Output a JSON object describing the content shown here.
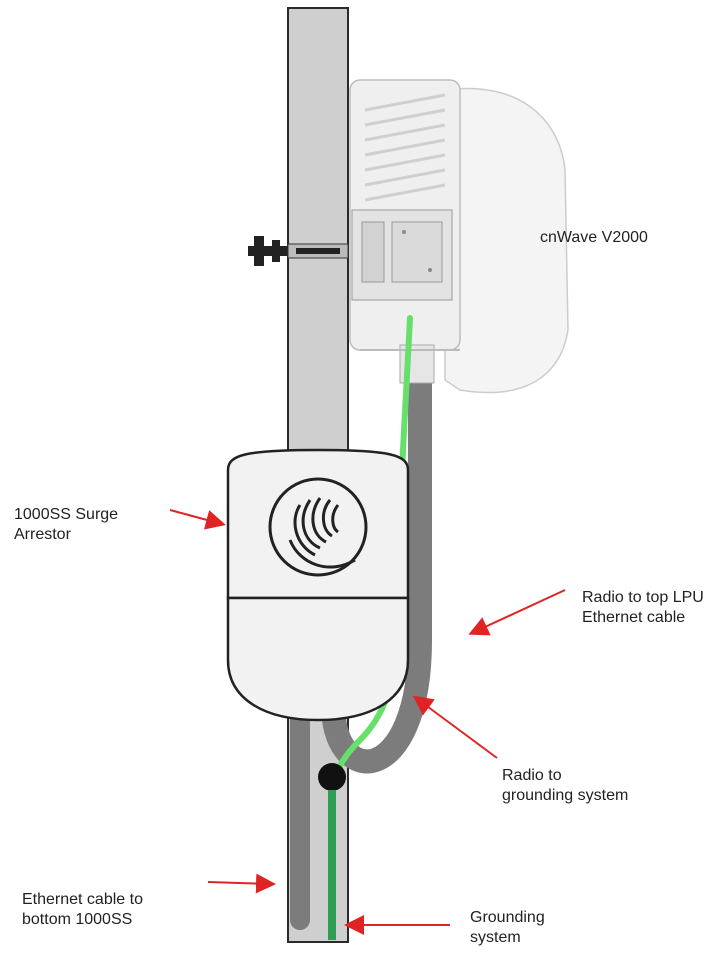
{
  "labels": {
    "radio": "cnWave V2000",
    "surge_arrestor": [
      "1000SS Surge",
      "Arrestor"
    ],
    "top_lpu_cable": [
      "Radio to top LPU",
      "Ethernet cable"
    ],
    "radio_grounding": [
      "Radio to",
      "grounding system"
    ],
    "bottom_ethernet": [
      "Ethernet cable to",
      "bottom 1000SS"
    ],
    "grounding_system": [
      "Grounding",
      "system"
    ]
  },
  "colors": {
    "pole": "#cfcfcf",
    "pole_outline": "#2a2a2a",
    "ethernet_cable": "#7c7c7c",
    "ground_wire_light": "#66e06a",
    "ground_wire_dark": "#2e9e55",
    "arrow": "#e02424",
    "device_body": "#f2f2f2"
  },
  "icons": {
    "logo": "cambium-logo-icon"
  }
}
